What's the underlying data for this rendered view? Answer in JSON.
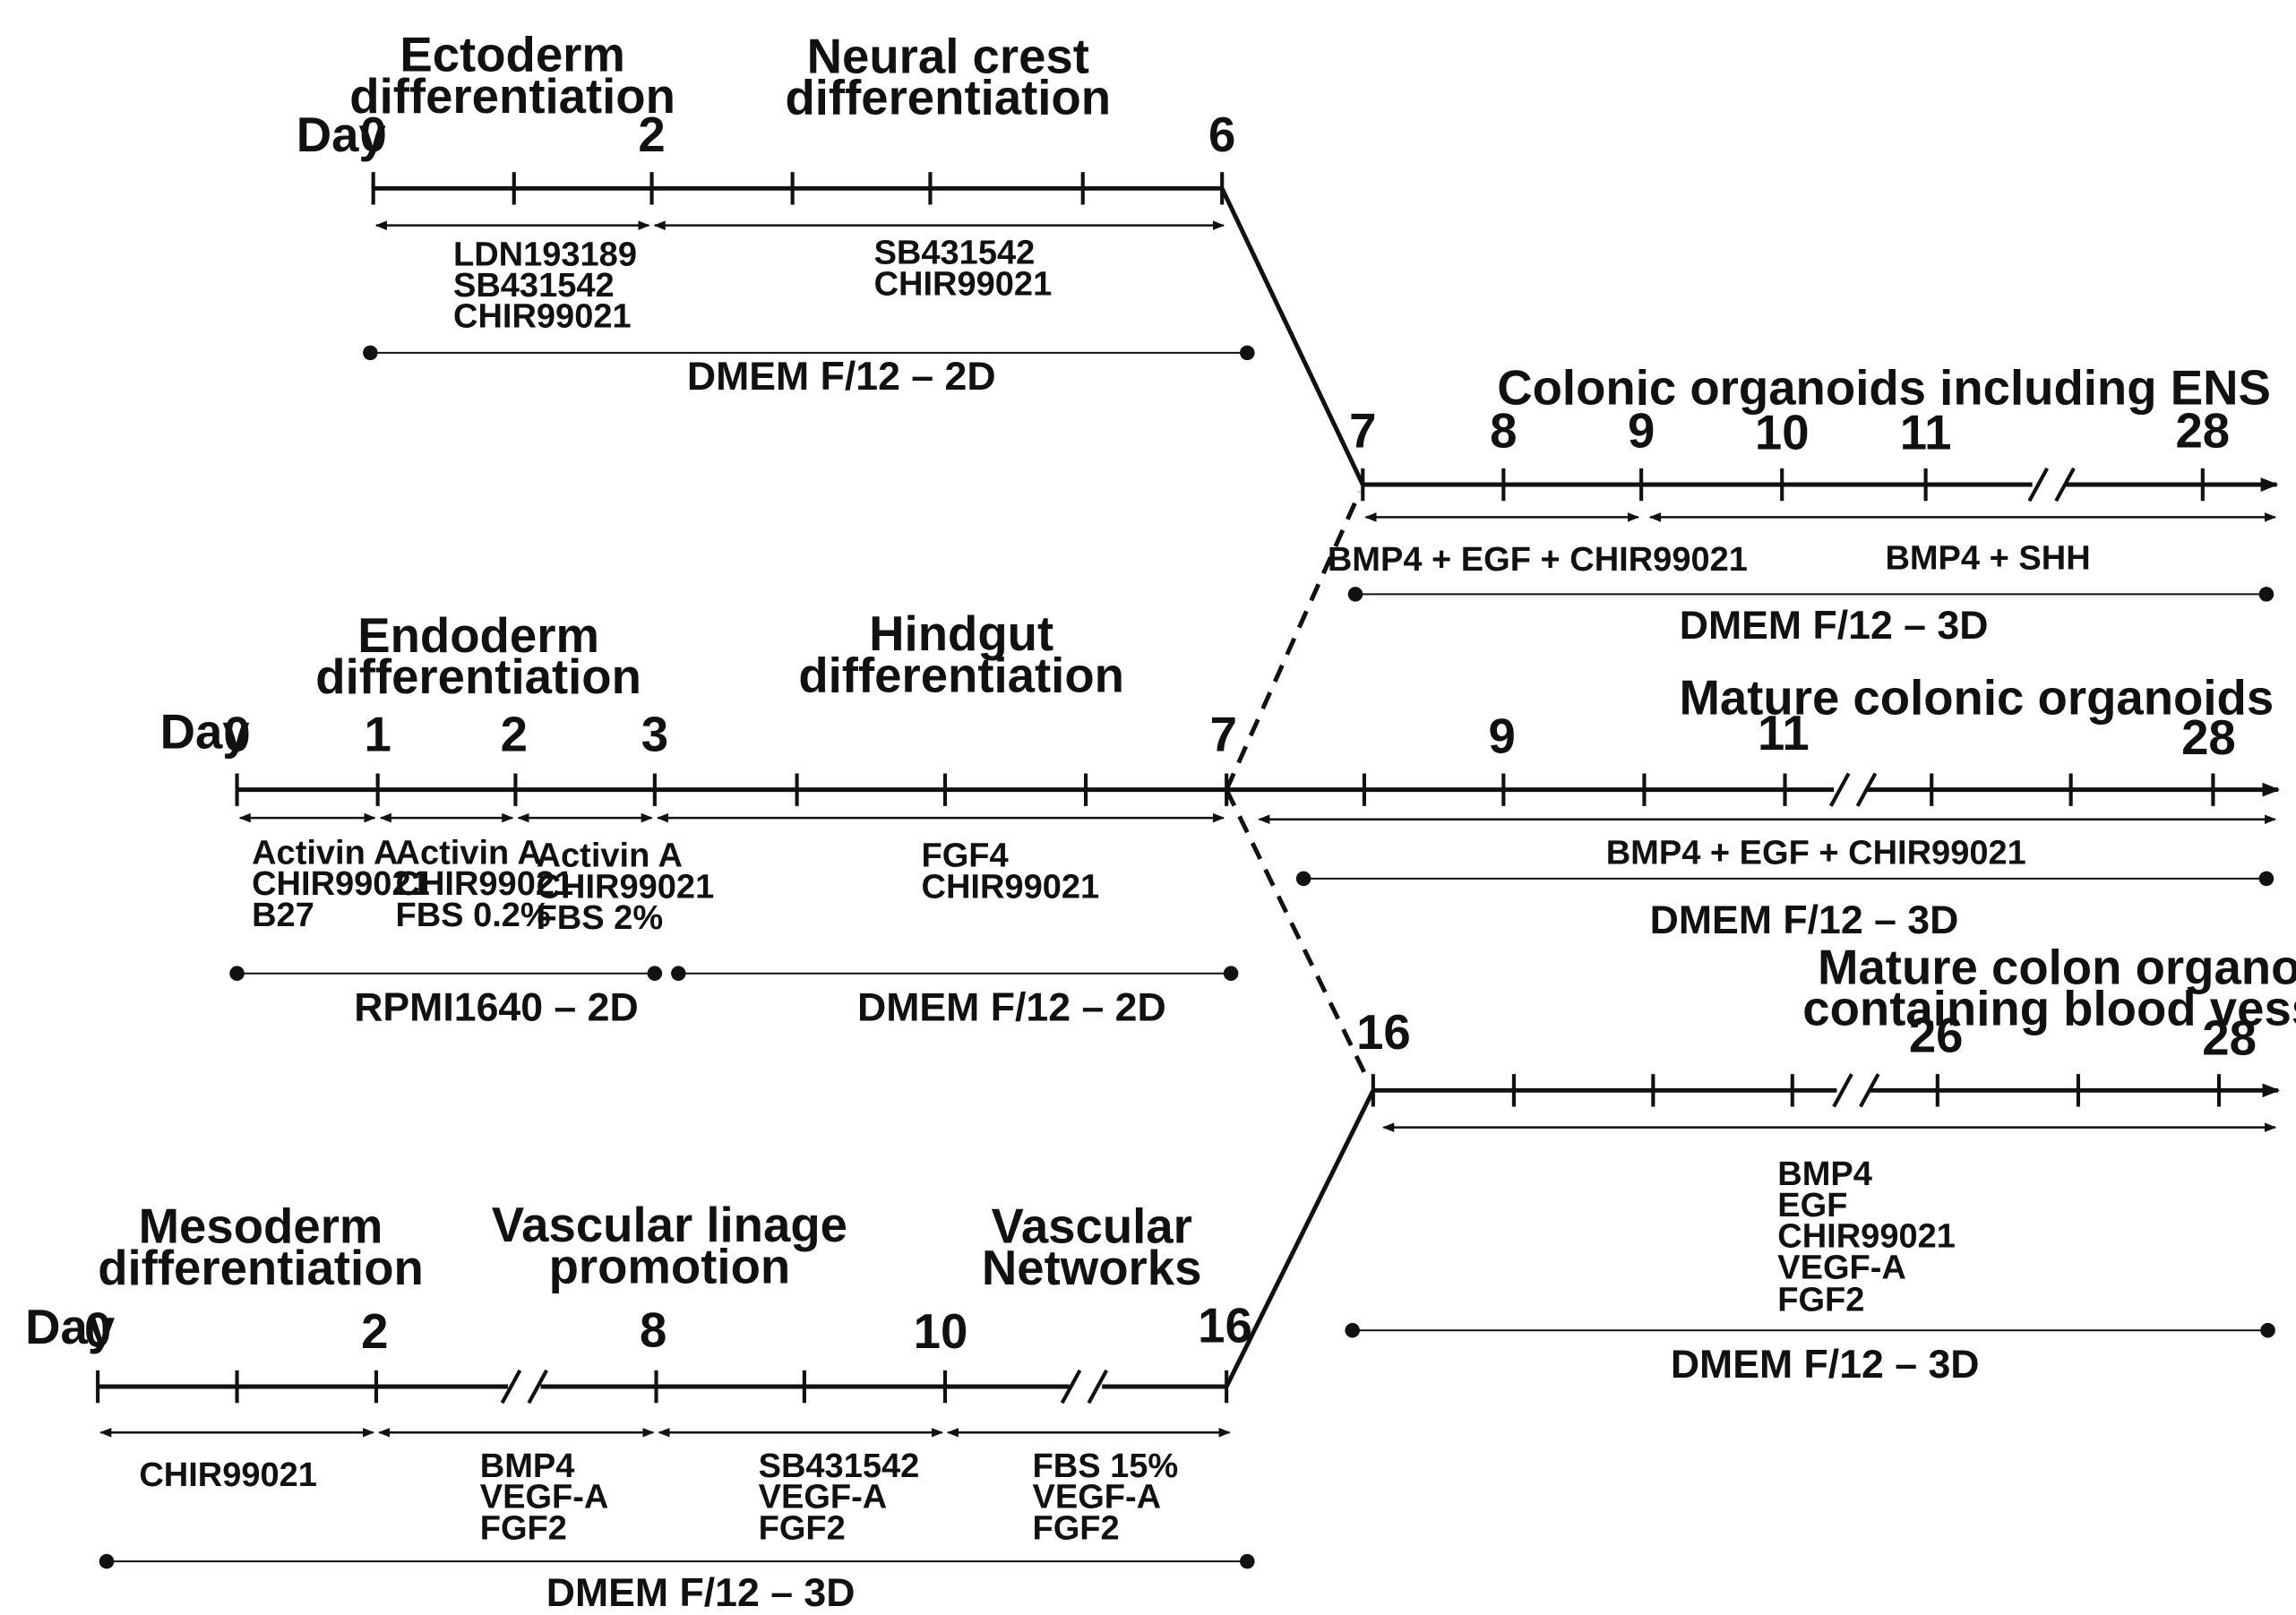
{
  "colors": {
    "line": "#111111",
    "background": "#ffffff"
  },
  "ectoderm": {
    "title1": "Ectoderm",
    "title2": "differentiation",
    "neural1": "Neural crest",
    "neural2": "differentiation",
    "day_label": "Day",
    "ticks": [
      "0",
      "2",
      "6"
    ],
    "stage1_factors": [
      "LDN193189",
      "SB431542",
      "CHIR99021"
    ],
    "stage2_factors": [
      "SB431542",
      "CHIR99021"
    ],
    "medium": "DMEM F/12 – 2D"
  },
  "endoderm": {
    "title1": "Endoderm",
    "title2": "differentiation",
    "hindgut1": "Hindgut",
    "hindgut2": "differentiation",
    "day_label": "Day",
    "ticks": [
      "0",
      "1",
      "2",
      "3",
      "7"
    ],
    "stage1_factors": [
      "Activin A",
      "CHIR99021",
      "B27"
    ],
    "stage2_factors": [
      "Activin A",
      "CHIR99021",
      "FBS 0.2%"
    ],
    "stage3_factors": [
      "Activin A",
      "CHIR99021",
      "FBS 2%"
    ],
    "stage4_factors": [
      "FGF4",
      "CHIR99021"
    ],
    "medium1": "RPMI1640 – 2D",
    "medium2": "DMEM F/12 – 2D"
  },
  "mesoderm": {
    "title1": "Mesoderm",
    "title2": "differentiation",
    "vascular1": "Vascular linage",
    "vascular2": "promotion",
    "networks1": "Vascular",
    "networks2": "Networks",
    "day_label": "Day",
    "ticks": [
      "0",
      "2",
      "8",
      "10",
      "16"
    ],
    "stage1_factors": [
      "CHIR99021"
    ],
    "stage2_factors": [
      "BMP4",
      "VEGF-A",
      "FGF2"
    ],
    "stage3_factors": [
      "SB431542",
      "VEGF-A",
      "FGF2"
    ],
    "stage4_factors": [
      "FBS 15%",
      "VEGF-A",
      "FGF2"
    ],
    "medium": "DMEM F/12 – 3D"
  },
  "colonic_ens": {
    "title": "Colonic organoids including ENS",
    "ticks": [
      "7",
      "8",
      "9",
      "10",
      "11",
      "28"
    ],
    "stage1_factors": "BMP4 + EGF + CHIR99021",
    "stage2_factors": "BMP4 + SHH",
    "medium": "DMEM F/12 – 3D"
  },
  "mature_colonic": {
    "title": "Mature colonic organoids",
    "ticks": [
      "9",
      "11",
      "28"
    ],
    "factors": "BMP4 + EGF + CHIR99021",
    "medium": "DMEM F/12 – 3D"
  },
  "blood_vessels": {
    "title1": "Mature colon organoids",
    "title2": "containing blood vessels",
    "ticks": [
      "16",
      "26",
      "28"
    ],
    "factors": [
      "BMP4",
      "EGF",
      "CHIR99021",
      "VEGF-A",
      "FGF2"
    ],
    "medium": "DMEM F/12 – 3D"
  }
}
